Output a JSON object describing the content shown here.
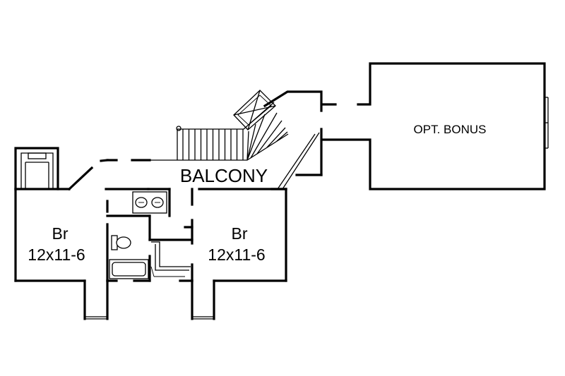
{
  "labels": {
    "balcony": "BALCONY",
    "bonus": "OPT. BONUS",
    "bedroom_left_name": "Br",
    "bedroom_left_size": "12x11-6",
    "bedroom_right_name": "Br",
    "bedroom_right_size": "12x11-6"
  }
}
